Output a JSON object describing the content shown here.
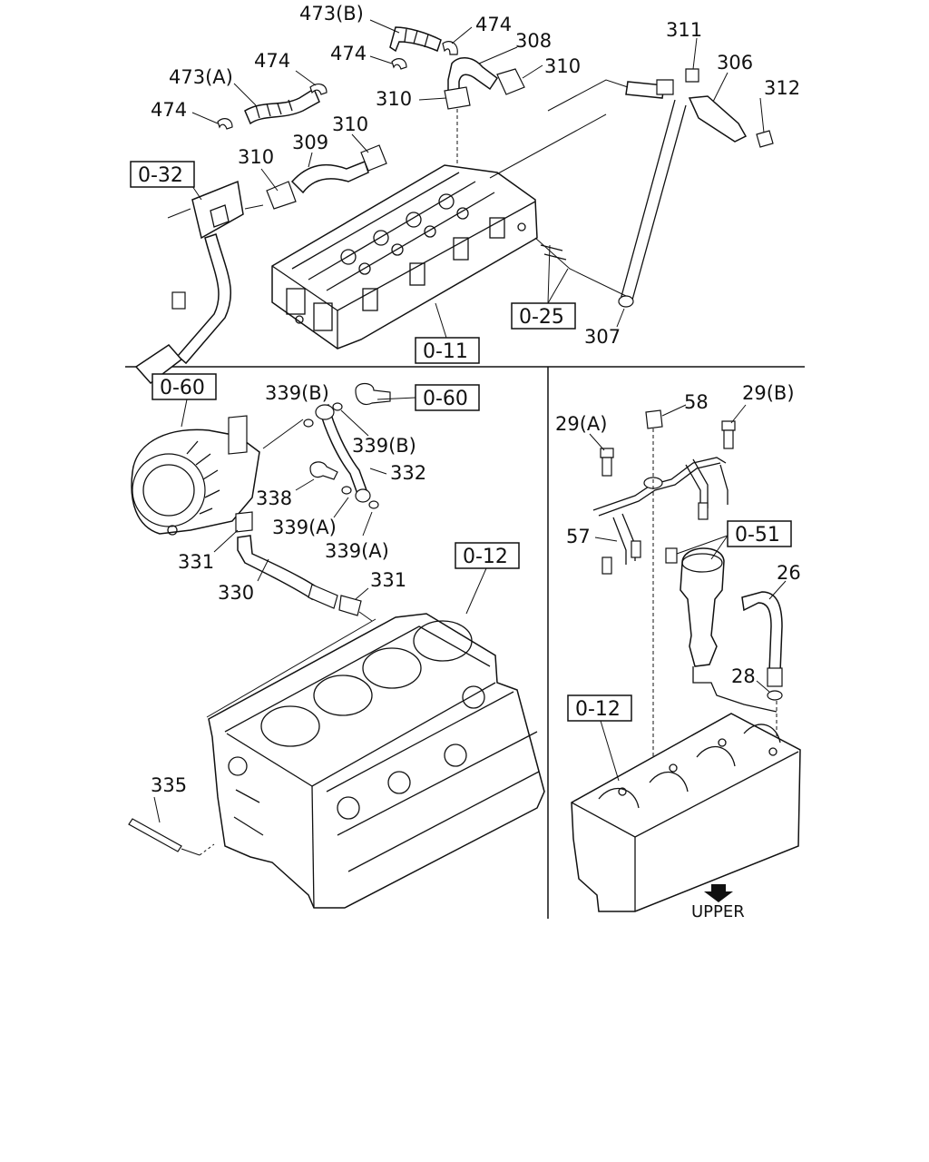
{
  "labels": {
    "p473b": "473(B)",
    "p474_top": "474",
    "p308": "308",
    "p311": "311",
    "p474_mid": "474",
    "p306": "306",
    "p473a": "473(A)",
    "p474_a": "474",
    "p310_r": "310",
    "p312": "312",
    "p310_c": "310",
    "p474_l": "474",
    "p310_m": "310",
    "p309": "309",
    "p310_l": "310",
    "p307": "307",
    "p339b_1": "339(B)",
    "p339b_2": "339(B)",
    "p332": "332",
    "p338": "338",
    "p339a_1": "339(A)",
    "p339a_2": "339(A)",
    "p331_1": "331",
    "p330": "330",
    "p331_2": "331",
    "p335": "335",
    "p58": "58",
    "p29b": "29(B)",
    "p29a": "29(A)",
    "p57": "57",
    "p26": "26",
    "p28": "28"
  },
  "refs": {
    "r032": "0-32",
    "r025": "0-25",
    "r011": "0-11",
    "r060_a": "0-60",
    "r060_b": "0-60",
    "r012_a": "0-12",
    "r051": "0-51",
    "r012_b": "0-12"
  },
  "upper": "UPPER"
}
